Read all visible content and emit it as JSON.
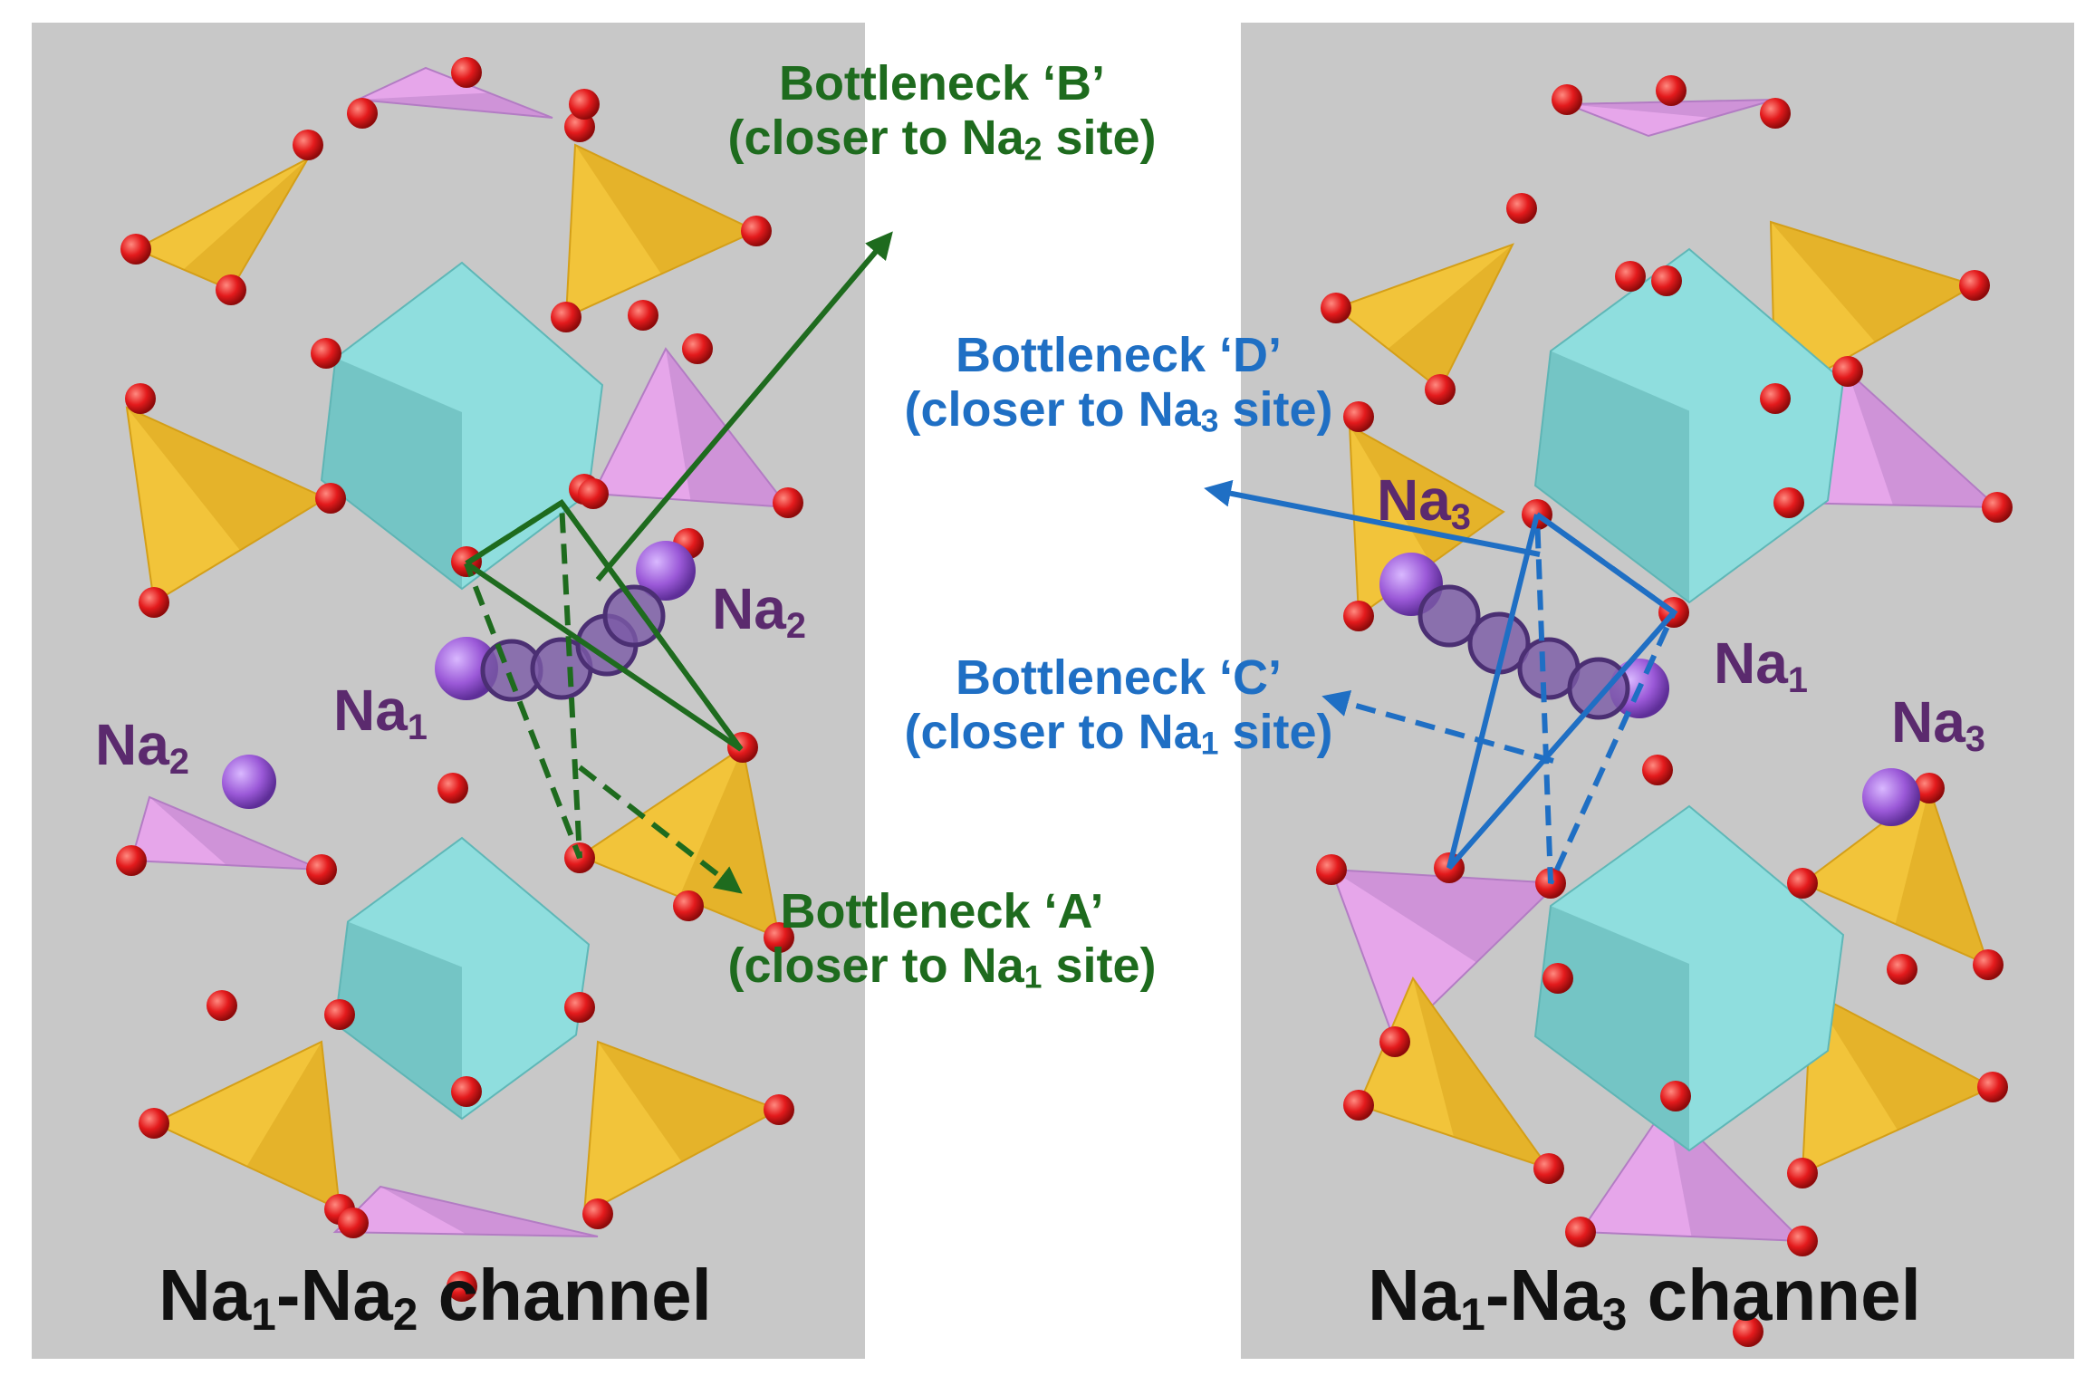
{
  "colors": {
    "panel": "#c8c8c8",
    "octahedron": "#8fdede",
    "tetra_yellow": "#f2c43a",
    "tetra_pink": "#e6a6ea",
    "oxygen": "#e31a1c",
    "sodium": "#9b59d8",
    "path_atom": "#7a5aa6",
    "green_line": "#1e6b1e",
    "blue_line": "#1f6fc4",
    "na_label": "#5b2a6e"
  },
  "left_panel": {
    "channel": {
      "base": "Na",
      "sub1": "1",
      "mid": "-Na",
      "sub2": "2",
      "rest": " channel"
    },
    "na_labels": [
      {
        "base": "Na",
        "sub": "2"
      },
      {
        "base": "Na",
        "sub": "1"
      },
      {
        "base": "Na",
        "sub": "2"
      }
    ]
  },
  "right_panel": {
    "channel": {
      "base": "Na",
      "sub1": "1",
      "mid": "-Na",
      "sub2": "3",
      "rest": " channel"
    },
    "na_labels": [
      {
        "base": "Na",
        "sub": "3"
      },
      {
        "base": "Na",
        "sub": "1"
      },
      {
        "base": "Na",
        "sub": "3"
      }
    ]
  },
  "bottlenecks": {
    "B": {
      "title": "Bottleneck ‘B’",
      "pre": "(closer to Na",
      "sub": "2",
      "post": " site)"
    },
    "A": {
      "title": "Bottleneck ‘A’",
      "pre": "(closer to Na",
      "sub": "1",
      "post": " site)"
    },
    "D": {
      "title": "Bottleneck ‘D’",
      "pre": "(closer to Na",
      "sub": "3",
      "post": " site)"
    },
    "C": {
      "title": "Bottleneck ‘C’",
      "pre": "(closer to Na",
      "sub": "1",
      "post": " site)"
    }
  }
}
